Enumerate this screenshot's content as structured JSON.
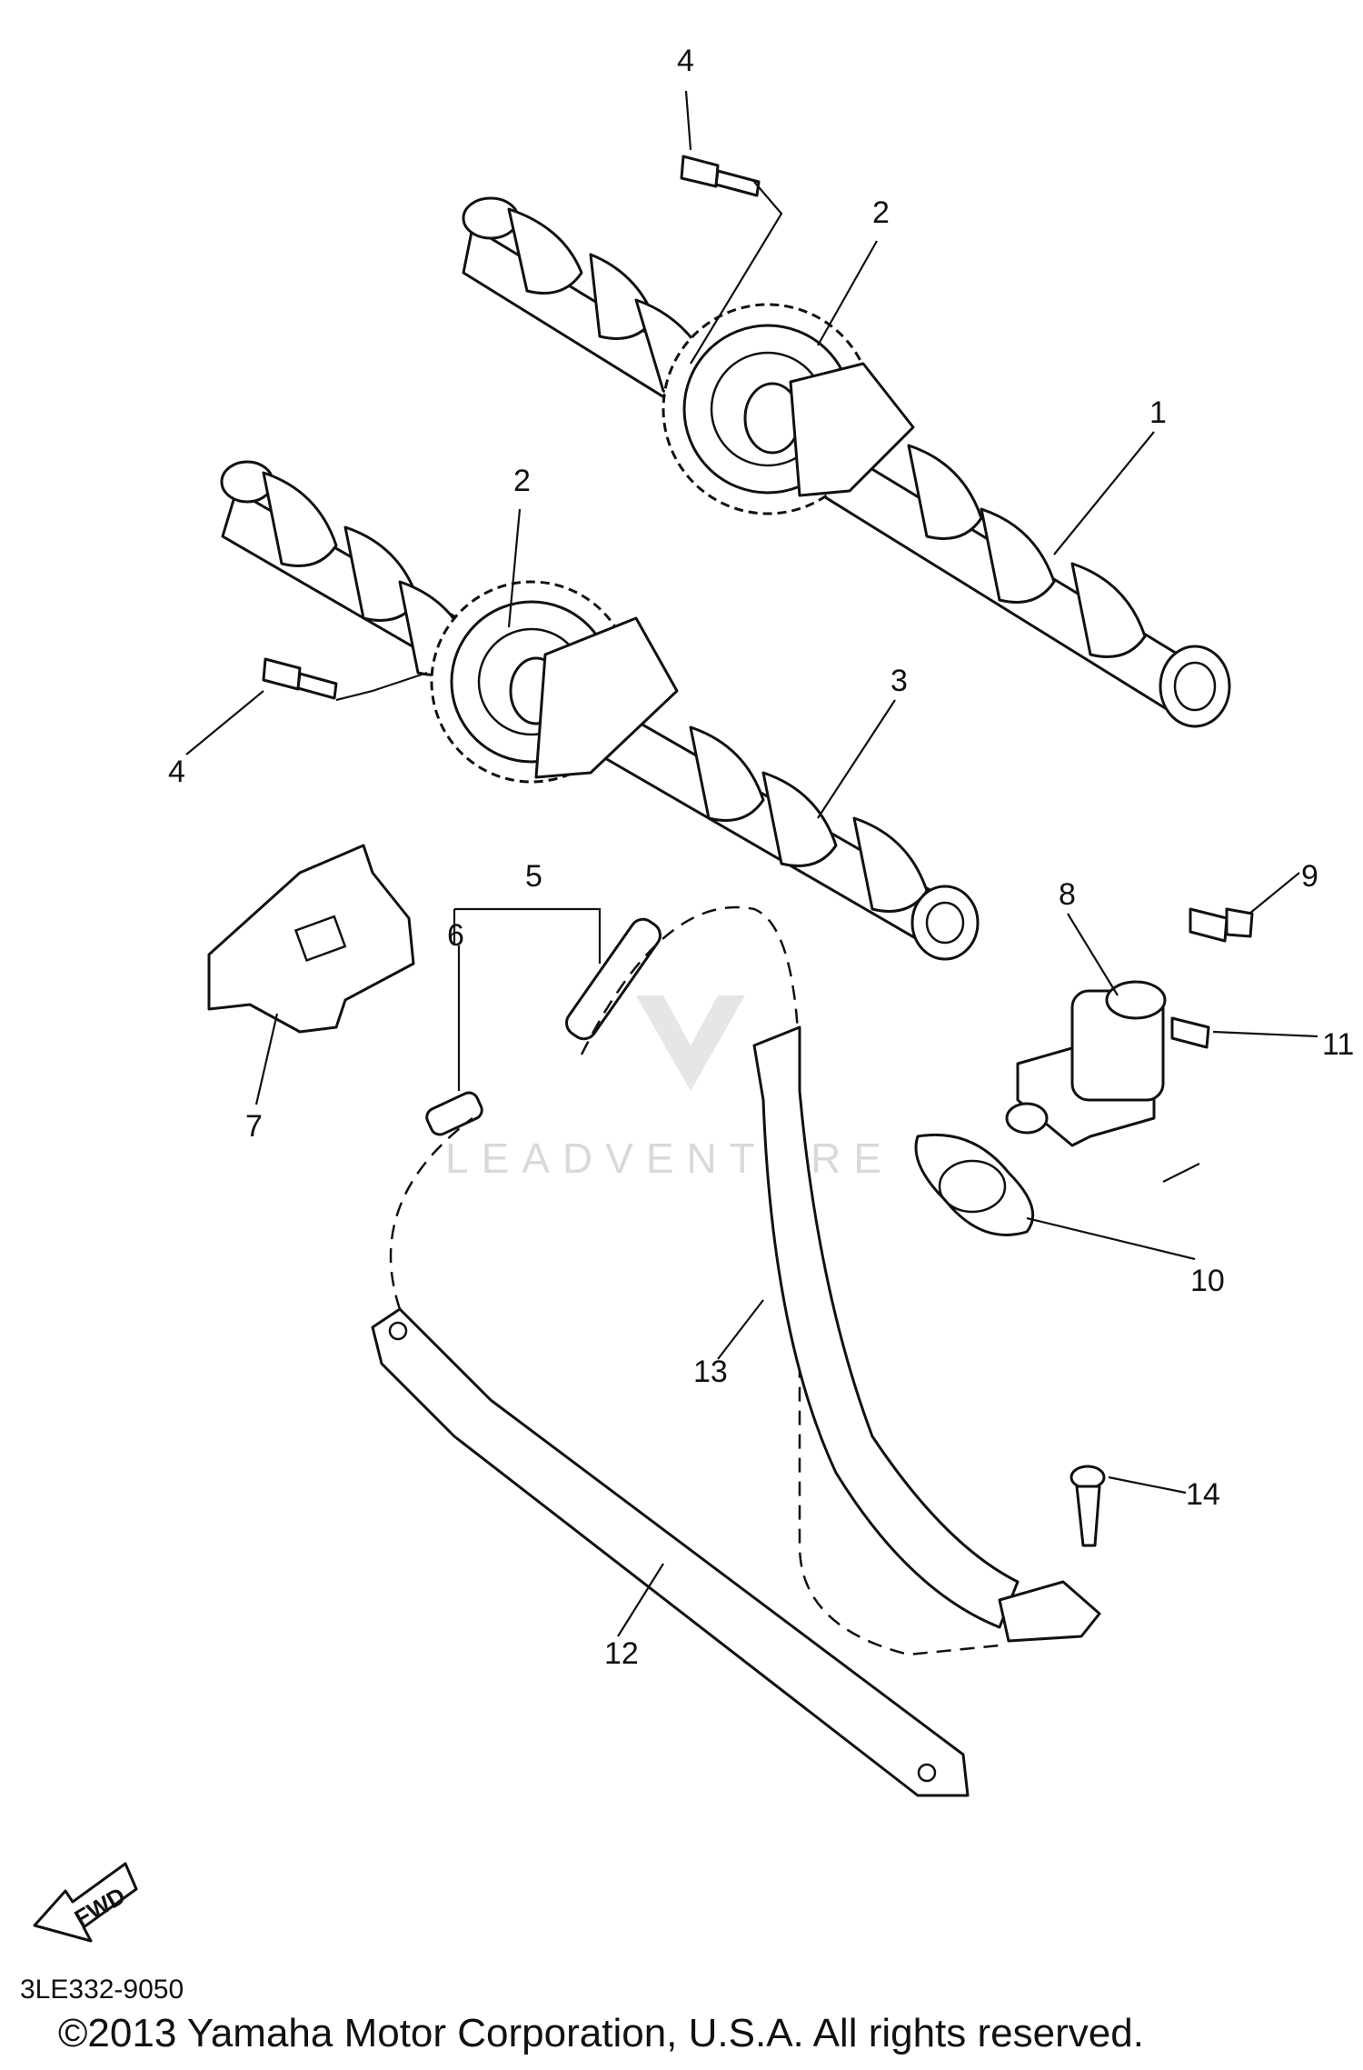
{
  "callouts": [
    "1",
    "2",
    "2",
    "3",
    "4",
    "4",
    "5",
    "6",
    "7",
    "8",
    "9",
    "10",
    "11",
    "12",
    "13",
    "14"
  ],
  "watermark": "LEADVENTURE",
  "fwd_label": "FWD",
  "diagram_code": "3LE332-9050",
  "copyright": "©2013 Yamaha Motor Corporation, U.S.A. All rights reserved."
}
